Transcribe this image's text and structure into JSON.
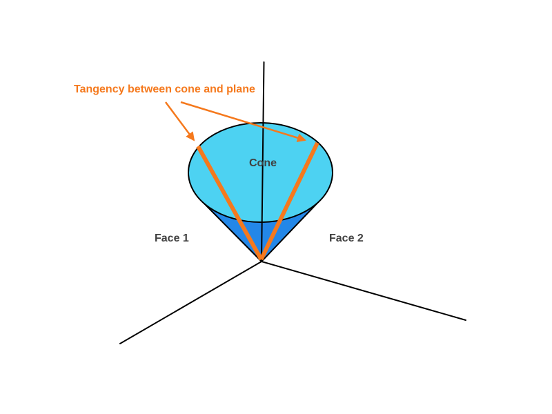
{
  "diagram": {
    "annotation": "Tangency between cone and plane",
    "cone_label": "Cone",
    "face1_label": "Face 1",
    "face2_label": "Face 2"
  },
  "colors": {
    "accent_orange": "#F5791D",
    "cone_top_fill": "#4DD2F2",
    "cone_body_fill": "#2387E8",
    "outline": "#000000",
    "label_gray": "#404040",
    "background": "#FFFFFF"
  }
}
